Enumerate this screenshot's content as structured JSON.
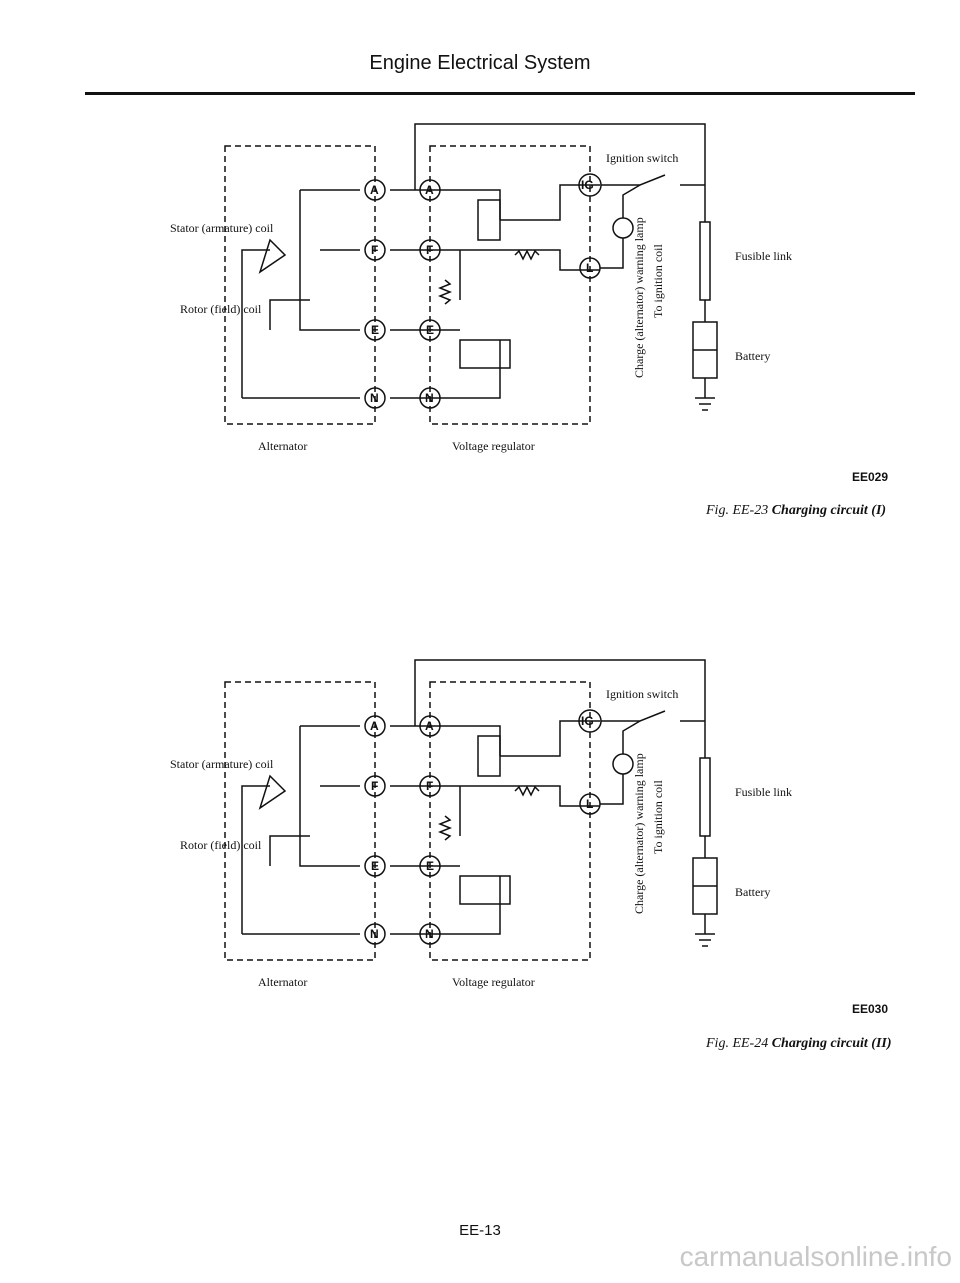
{
  "header": {
    "title": "Engine Electrical System"
  },
  "figures": [
    {
      "code": "EE029",
      "caption_num": "Fig. EE-23",
      "caption_text": "Charging circuit (I)",
      "labels": {
        "stator": "Stator (armature) coil",
        "rotor": "Rotor (field) coil",
        "alternator": "Alternator",
        "regulator": "Voltage regulator",
        "ignition": "Ignition switch",
        "lamp": "Charge (alternator) warning lamp",
        "coil": "To ignition coil",
        "fusible": "Fusible link",
        "battery": "Battery"
      },
      "terminals": [
        "A",
        "F",
        "E",
        "N",
        "IG",
        "L"
      ]
    },
    {
      "code": "EE030",
      "caption_num": "Fig. EE-24",
      "caption_text": "Charging circuit (II)",
      "labels": {
        "stator": "Stator (armature) coil",
        "rotor": "Rotor (field) coil",
        "alternator": "Alternator",
        "regulator": "Voltage regulator",
        "ignition": "Ignition switch",
        "lamp": "Charge (alternator) warning lamp",
        "coil": "To ignition coil",
        "fusible": "Fusible link",
        "battery": "Battery"
      },
      "terminals": [
        "A",
        "F",
        "E",
        "N",
        "IG",
        "L"
      ]
    }
  ],
  "page_number": "EE-13",
  "watermark": "carmanualsonline.info"
}
